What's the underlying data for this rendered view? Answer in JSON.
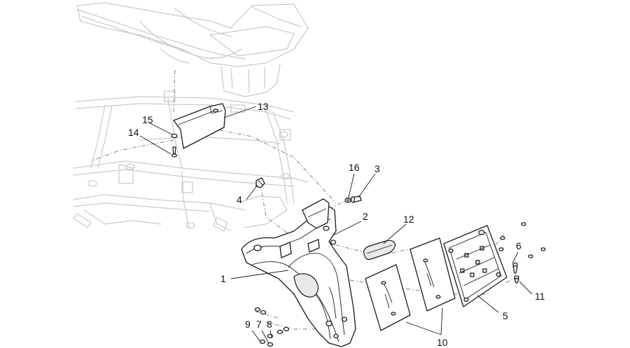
{
  "callouts": {
    "c1": "1",
    "c2": "2",
    "c3": "3",
    "c4": "4",
    "c5": "5",
    "c6": "6",
    "c7": "7",
    "c8": "8",
    "c9": "9",
    "c10": "10",
    "c11": "11",
    "c12": "12",
    "c13": "13",
    "c14": "14",
    "c15": "15",
    "c16": "16"
  },
  "colors": {
    "line": "#1a1a1a",
    "ghost": "#c9c9c9",
    "background": "#ffffff"
  }
}
